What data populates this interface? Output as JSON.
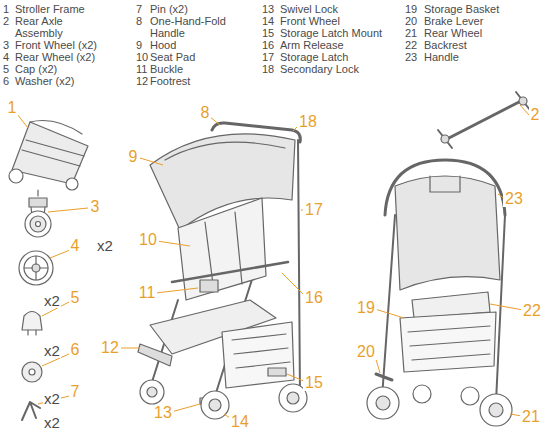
{
  "diagram": {
    "labels": [
      "1",
      "Stroller Frame",
      "2",
      "Rear Axle Assembly",
      "3",
      "Front Wheel (x2)",
      "4",
      "Rear Wheel (x2)",
      "5",
      "Cap (x2)",
      "6",
      "Washer (x2)",
      "7",
      "Pin (x2)",
      "8",
      "One-Hand-Fold Handle",
      "9",
      "Hood",
      "10",
      "Seat Pad",
      "11",
      "Buckle",
      "12",
      "Footrest",
      "13",
      "Swivel Lock",
      "14",
      "Front Wheel",
      "15",
      "Storage Latch Mount",
      "16",
      "Arm Release",
      "17",
      "Storage Latch",
      "18",
      "Secondary Lock",
      "19",
      "Storage Basket",
      "20",
      "Brake Lever",
      "21",
      "Rear Wheel",
      "22",
      "Backrest",
      "23",
      "Handle",
      "1",
      "3",
      "x2",
      "4",
      "x2",
      "5",
      "x2",
      "6",
      "x2",
      "7",
      "x2",
      "2",
      "8",
      "18",
      "9",
      "17",
      "10",
      "16",
      "11",
      "12",
      "15",
      "13",
      "14",
      "19",
      "23",
      "22",
      "20",
      "21"
    ]
  }
}
